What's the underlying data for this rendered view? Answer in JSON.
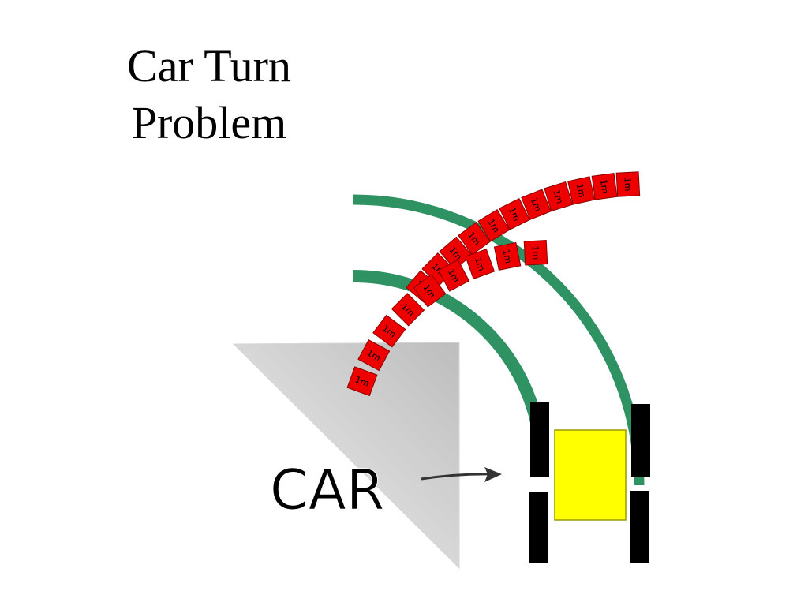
{
  "title": {
    "line1": "Car Turn",
    "line2": "Problem"
  },
  "diagram": {
    "car_label": "CAR",
    "distance_unit_label": "1m",
    "outer_track_blocks": 11,
    "inner_track_blocks": 9,
    "colors": {
      "track": "#2e9262",
      "block": "#ee0000",
      "block_text": "#000000",
      "car_body": "#ffff00",
      "wheel": "#000000",
      "shadow_light": "#f2f2f2",
      "shadow_dark": "#bdbdbd"
    },
    "icons": {
      "pointer": "arrow-right-icon"
    }
  }
}
